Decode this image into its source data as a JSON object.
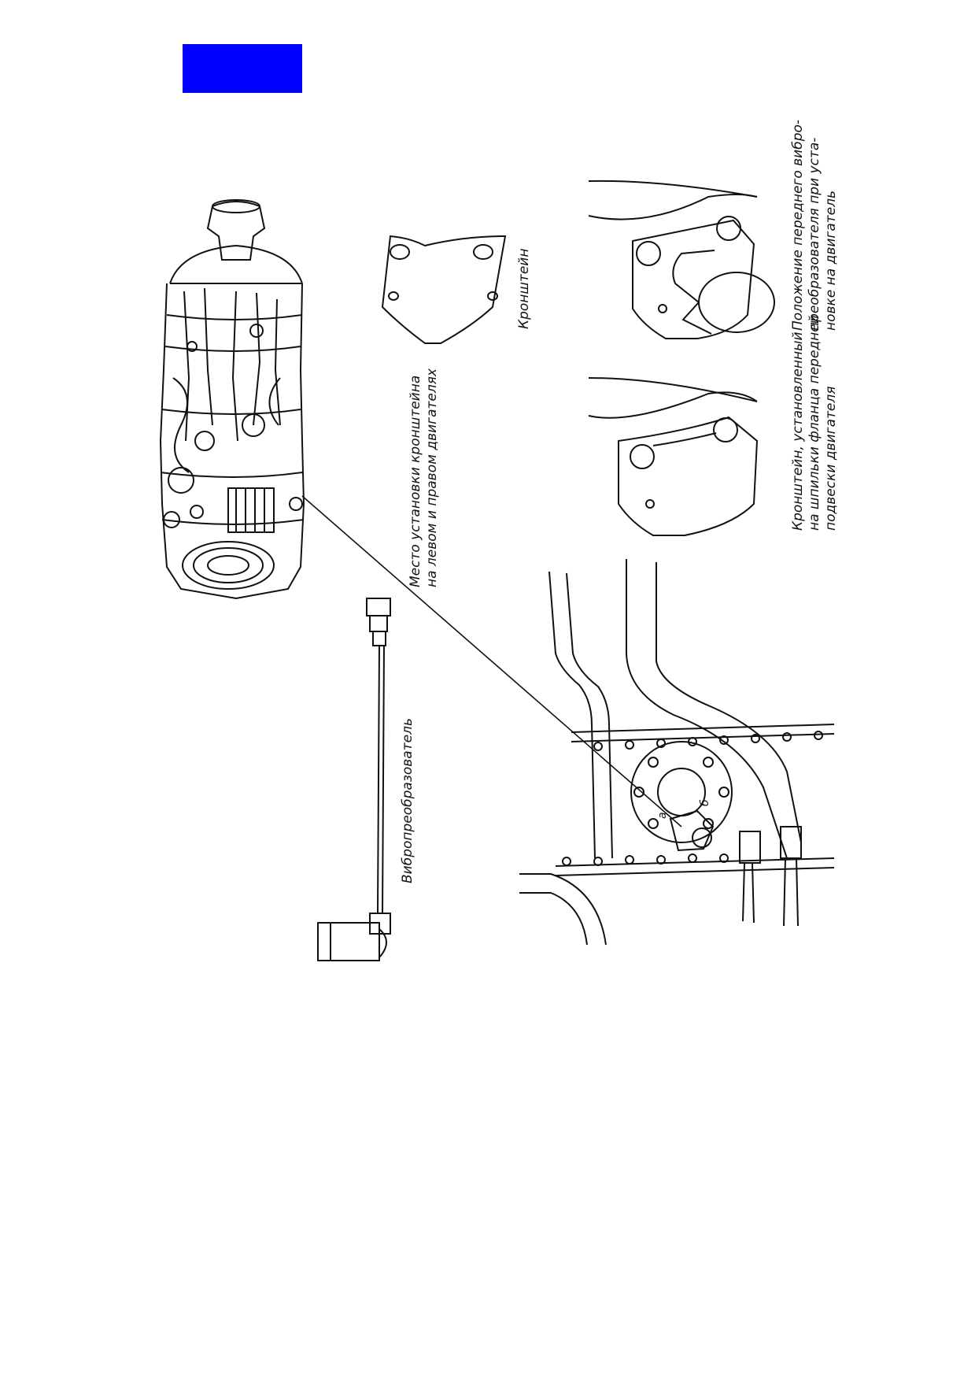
{
  "colors": {
    "marker": "#0000ff",
    "ink": "#111111"
  },
  "labels": {
    "bracket": "Кронштейн",
    "location": [
      "Место установки кронштейна",
      "на левом и правом двигателях"
    ],
    "bracket_installed": [
      "Кронштейн, установленный",
      "на шпильки фланца передней",
      "подвески двигателя"
    ],
    "front_position": [
      "Положение переднего вибро-",
      "преобразователя при уста-",
      "новке на двигатель"
    ],
    "sensor": "Вибропреобразователь",
    "mark_a": "а",
    "mark_b": "б"
  }
}
